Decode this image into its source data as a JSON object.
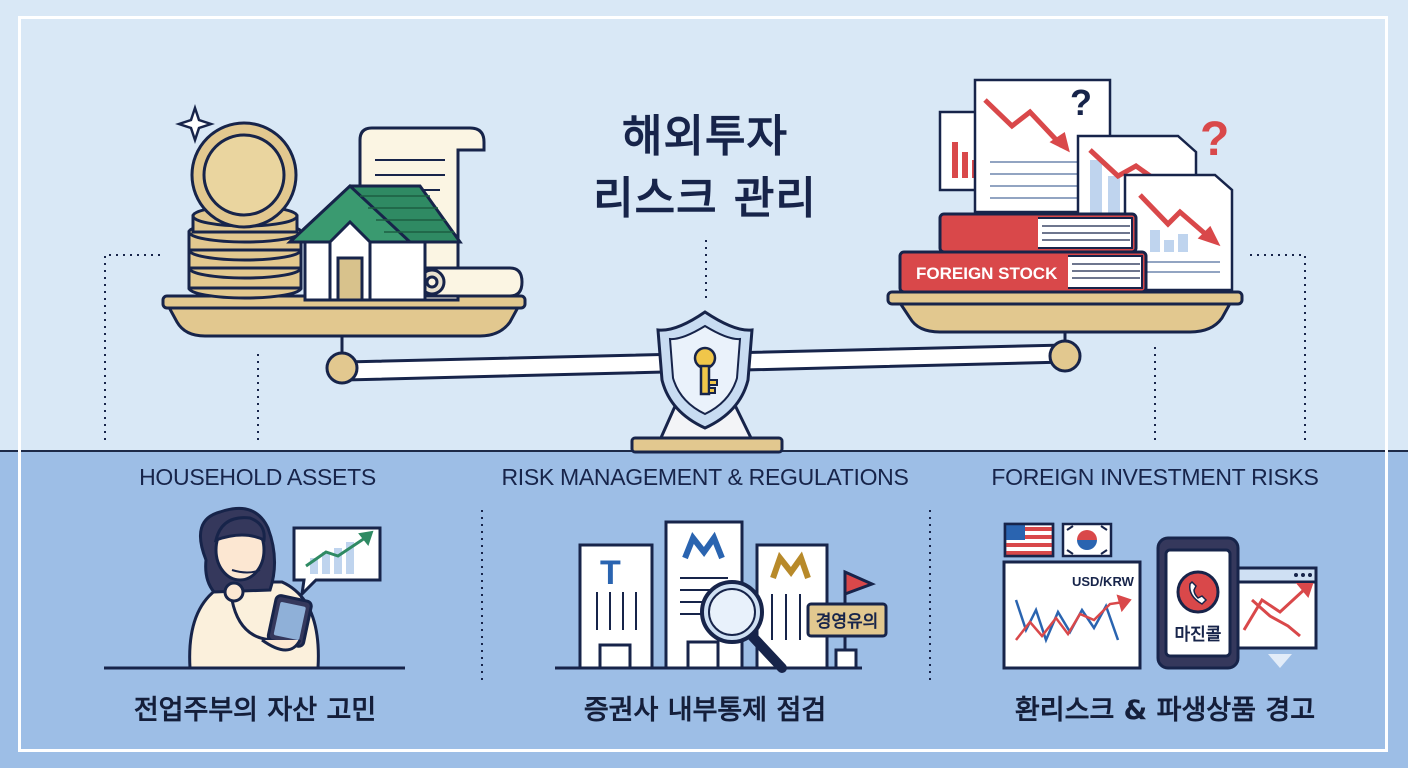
{
  "title": {
    "line1": "해외투자",
    "line2": "리스크 관리"
  },
  "left_tray": {
    "label": ""
  },
  "right_tray": {
    "book_label": "FOREIGN STOCK"
  },
  "sections": [
    {
      "heading": "HOUSEHOLD ASSETS",
      "caption": "전업주부의 자산 고민"
    },
    {
      "heading": "RISK MANAGEMENT & REGULATIONS",
      "caption": "증권사 내부통제 점검"
    },
    {
      "heading": "FOREIGN INVESTMENT RISKS",
      "caption": "환리스크 & 파생상품 경고"
    }
  ],
  "regulation": {
    "flag_text": "경영유의"
  },
  "fx": {
    "pair_label": "USD/KRW"
  },
  "phone": {
    "label": "마진콜"
  },
  "colors": {
    "navy": "#17244a",
    "gold": "#e2c88f",
    "green": "#2f8a63",
    "red": "#d9484a",
    "blue_panel": "#9dbee6",
    "sky": "#d9e8f6"
  },
  "icons": [
    "sparkle-icon",
    "shield-key-icon",
    "magnifier-icon",
    "phone-icon",
    "question-icon",
    "us-flag-icon",
    "kr-flag-icon"
  ]
}
